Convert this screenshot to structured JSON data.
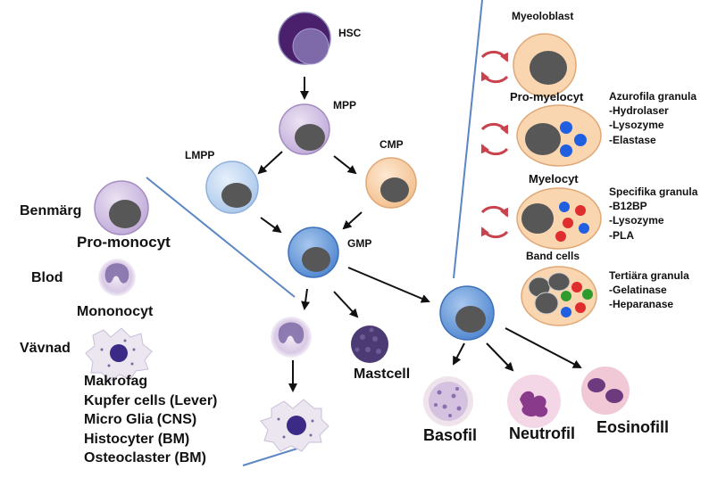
{
  "stem": {
    "hsc": "HSC",
    "mpp": "MPP",
    "lmpp": "LMPP",
    "cmp": "CMP",
    "gmp": "GMP"
  },
  "monocyte_lineage": {
    "benmarg": "Benmärg",
    "pro_monocyt": "Pro-monocyt",
    "blod": "Blod",
    "mononocyt": "Mononocyt",
    "vavnad": "Vävnad",
    "tissue_cells": [
      "Makrofag",
      "Kupfer cells (Lever)",
      "Micro Glia (CNS)",
      "Histocyter (BM)",
      "Osteoclaster (BM)"
    ]
  },
  "mastcell": "Mastcell",
  "granulocytes": {
    "basofil": "Basofil",
    "neutrofil": "Neutrofil",
    "eosinofill": "Eosinofill"
  },
  "maturation": {
    "myeloblast": "Myeoloblast",
    "promyelocyt": "Pro-myelocyt",
    "myelocyt": "Myelocyt",
    "band": "Band cells"
  },
  "granules": {
    "azurofila": [
      "Azurofila granula",
      "-Hydrolaser",
      "-Lysozyme",
      "-Elastase"
    ],
    "specifika": [
      "Specifika granula",
      "-B12BP",
      "-Lysozyme",
      "-PLA"
    ],
    "tertiara": [
      "Tertiära granula",
      "-Gelatinase",
      "-Heparanase"
    ]
  },
  "colors": {
    "hsc_outer": "#4a1f6b",
    "hsc_inner": "#7e6aa8",
    "mpp": "#d7c9e6",
    "lmpp": "#c9dcf2",
    "cmp": "#f9d5b0",
    "gmp": "#6fa0dc",
    "nucleus": "#575757",
    "divider": "#5b86c4",
    "cycle_arrow": "#c8434d",
    "granule_blue": "#1f5fe0",
    "granule_red": "#e02d2d",
    "granule_green": "#2e9b2e"
  }
}
